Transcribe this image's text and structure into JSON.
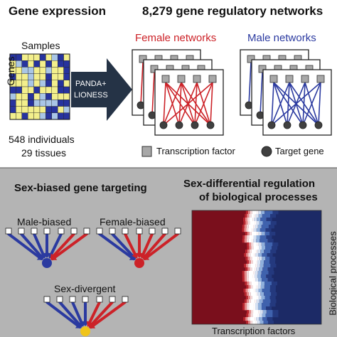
{
  "top": {
    "gene_expression": "Gene expression",
    "networks_title": "8,279 gene regulatory networks",
    "samples": "Samples",
    "genes": "Genes",
    "method_line1": "PANDA+",
    "method_line2": "LIONESS",
    "individuals": "548 individuals",
    "tissues": "29 tissues",
    "female_networks": "Female networks",
    "male_networks": "Male networks",
    "legend_tf": "Transcription factor",
    "legend_target": "Target gene"
  },
  "bottom": {
    "targeting_title": "Sex-biased gene targeting",
    "male_biased": "Male-biased",
    "female_biased": "Female-biased",
    "sex_divergent": "Sex-divergent",
    "regulation_title_line1": "Sex-differential regulation",
    "regulation_title_line2": "of biological processes",
    "heatmap_xlabel": "Transcription factors",
    "heatmap_ylabel": "Biological processes"
  },
  "colors": {
    "female": "#cc2228",
    "male": "#2b3aa0",
    "bottom_panel": "#b4b4b4",
    "matrix_yellow": "#f3ef8c",
    "matrix_blue": "#27339e",
    "matrix_light_blue": "#a9c6e6",
    "arrow": "#253346",
    "heatmap_red": "#7a0f1c",
    "heatmap_blue": "#1c2a66",
    "divergent_node": "#f0c419"
  }
}
